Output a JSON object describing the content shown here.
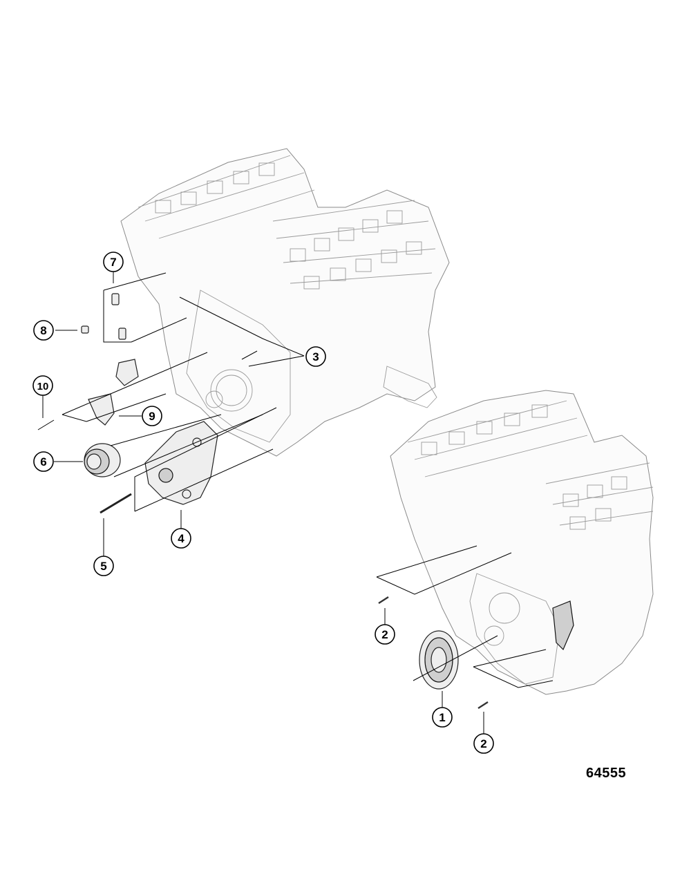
{
  "figure_number": "64555",
  "callouts": [
    {
      "number": "1"
    },
    {
      "number": "2"
    },
    {
      "number": "2"
    },
    {
      "number": "3"
    },
    {
      "number": "4"
    },
    {
      "number": "5"
    },
    {
      "number": "6"
    },
    {
      "number": "7"
    },
    {
      "number": "8"
    },
    {
      "number": "9"
    },
    {
      "number": "10"
    }
  ]
}
